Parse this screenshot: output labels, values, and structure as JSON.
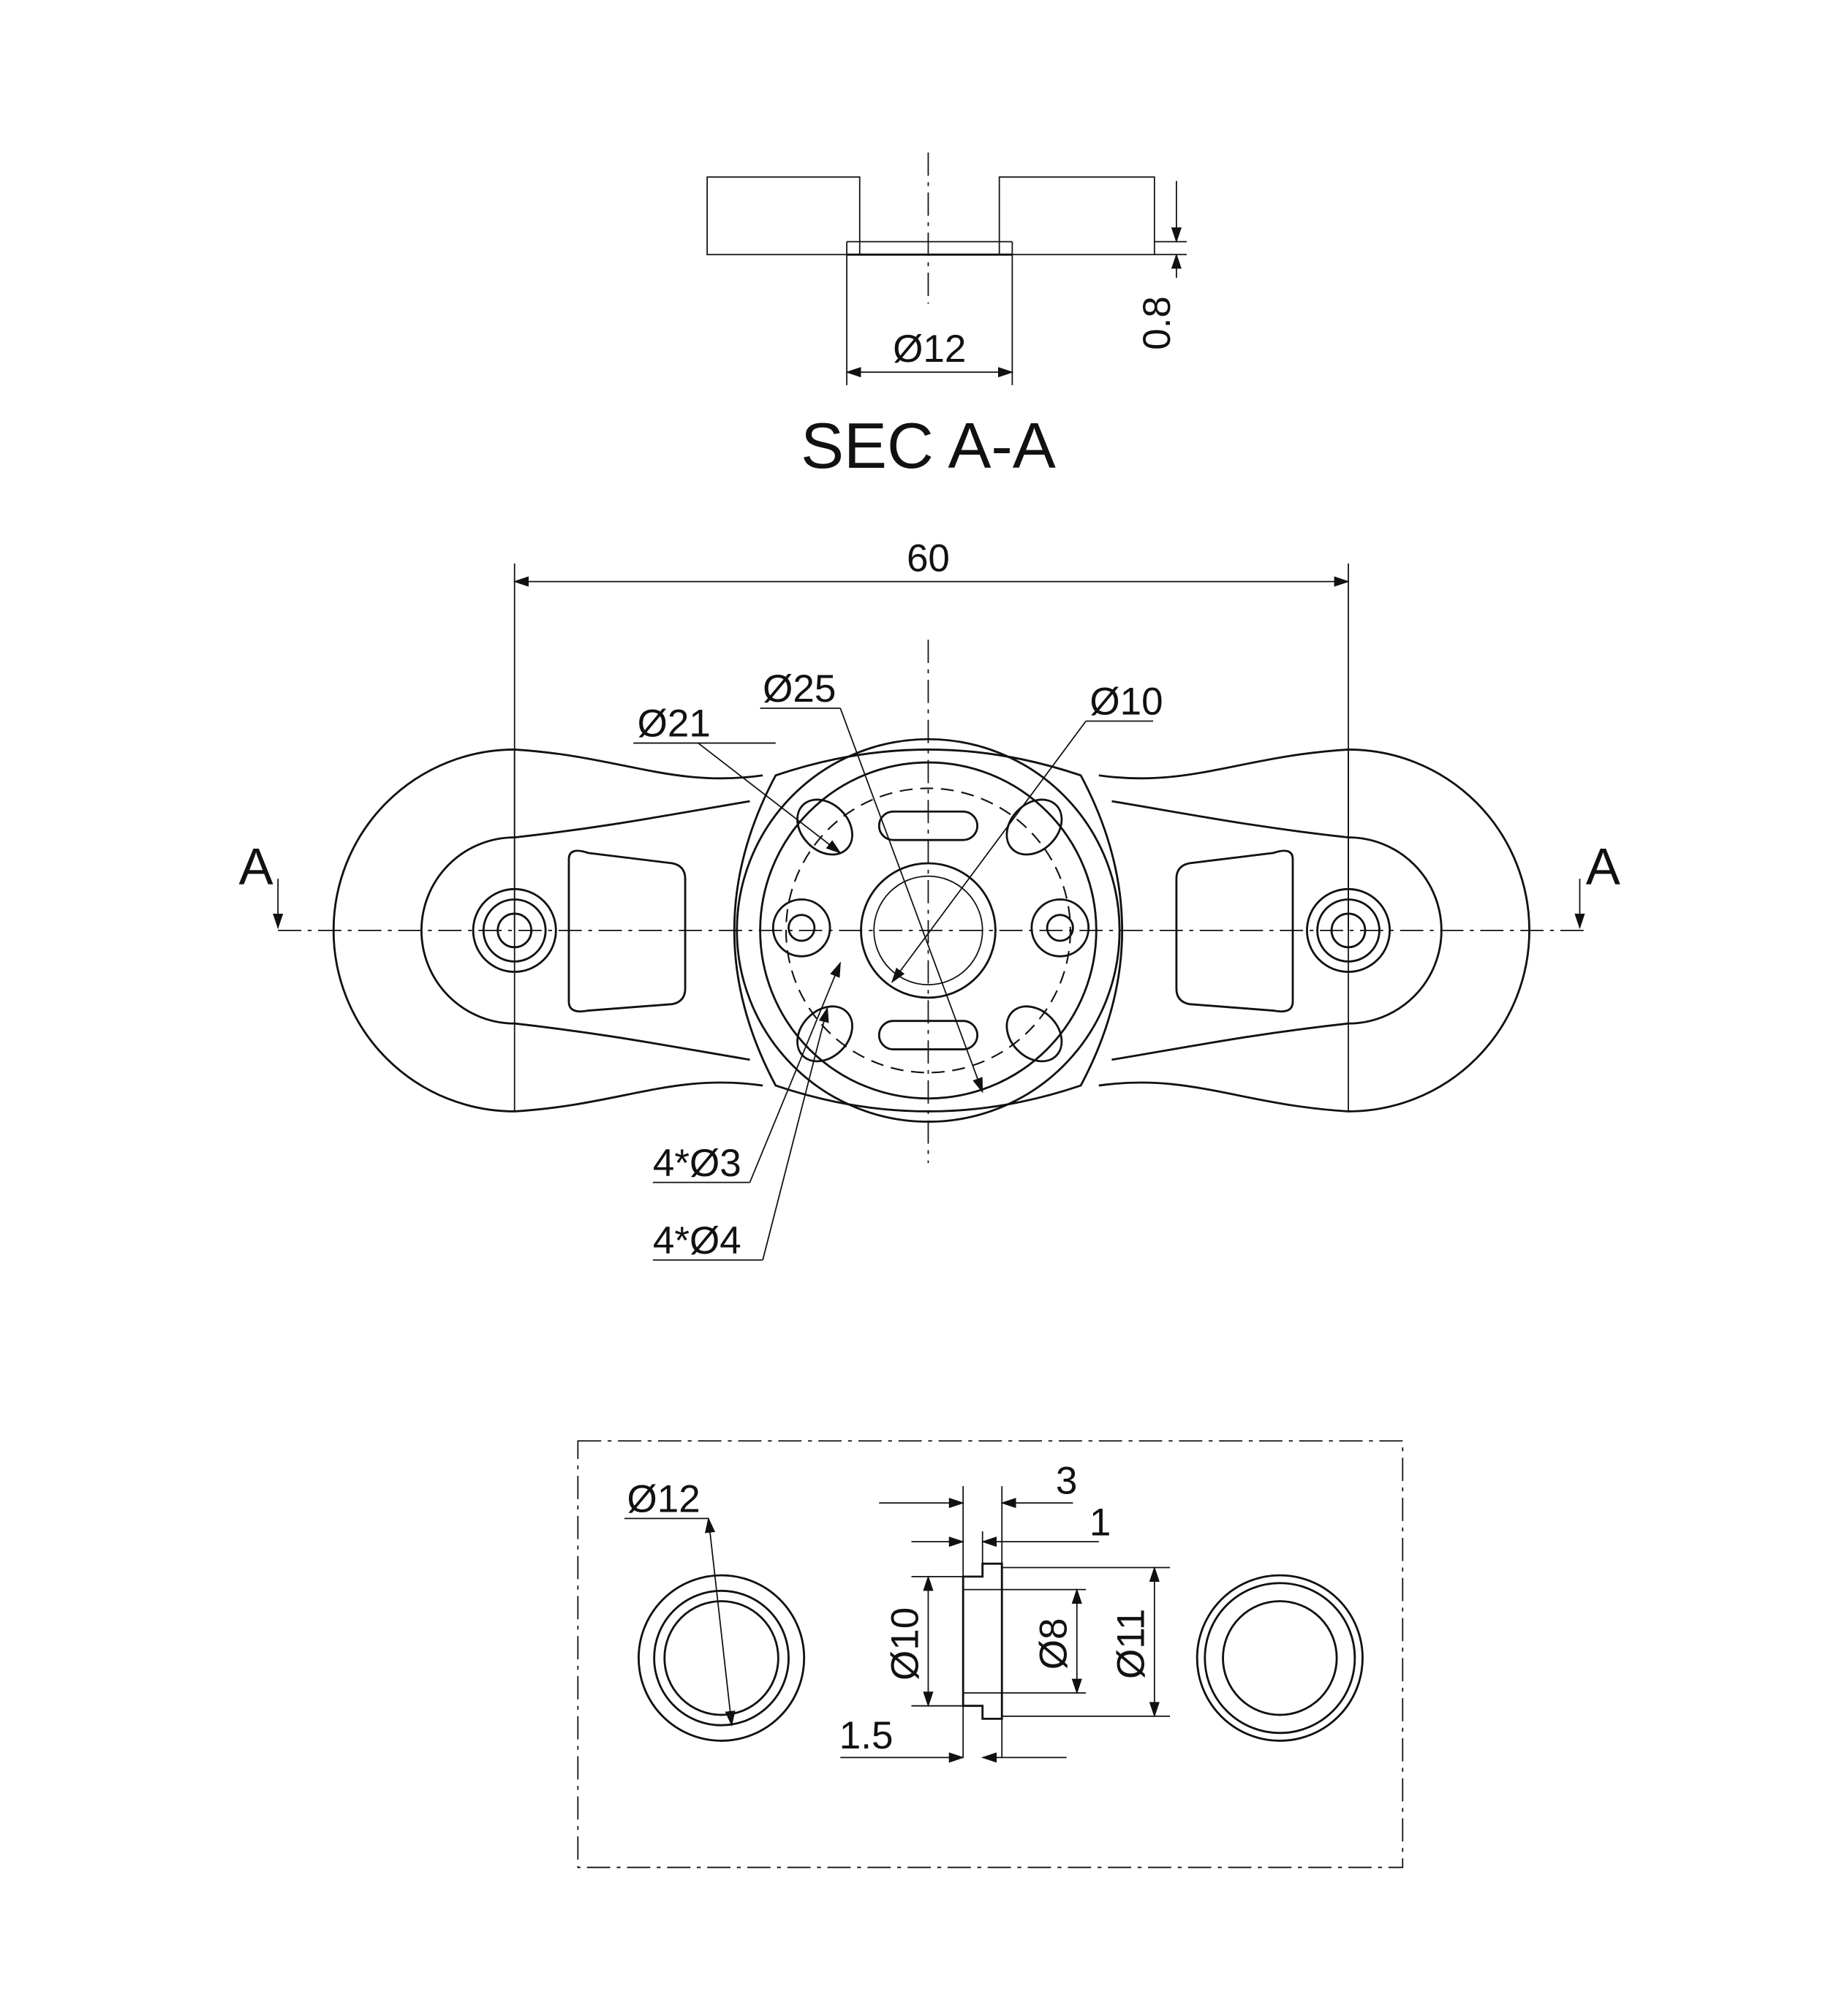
{
  "section": {
    "title": "SEC A-A",
    "dia_label": "Ø12",
    "depth_label": "0.8"
  },
  "main_view": {
    "overall_length": "60",
    "labels": {
      "d21": "Ø21",
      "d25": "Ø25",
      "d10": "Ø10",
      "holes3": "4*Ø3",
      "holes4": "4*Ø4"
    },
    "section_marks": {
      "left": "A",
      "right": "A"
    }
  },
  "detail": {
    "labels": {
      "d12": "Ø12",
      "w3": "3",
      "w1": "1",
      "d10": "Ø10",
      "d8": "Ø8",
      "d11": "Ø11",
      "w15": "1.5"
    }
  }
}
